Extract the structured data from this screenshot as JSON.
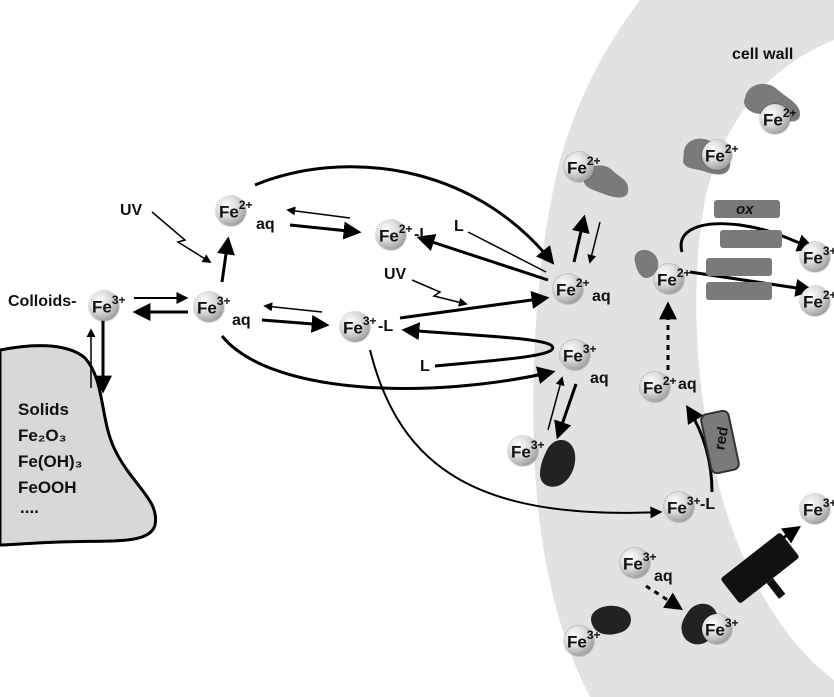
{
  "labels": {
    "cell_wall": "cell wall",
    "colloids": "Colloids-",
    "solids": "Solids",
    "fe2o3": "Fe₂O₃",
    "feoh3": "Fe(OH)₃",
    "feooh": "FeOOH",
    "dots": "....",
    "uv": "UV",
    "ligand": "L",
    "aq": "aq",
    "dash_l": "-L",
    "ox": "ox",
    "red": "red"
  },
  "ions": {
    "fe2": "Fe",
    "fe3": "Fe",
    "fe2_charge": "2+",
    "fe3_charge": "3+"
  },
  "colors": {
    "cell_wall_fill": "#e2e2e2",
    "protein_grey": "#7a7a7a",
    "protein_dark": "#222222",
    "arrow": "#000000"
  }
}
